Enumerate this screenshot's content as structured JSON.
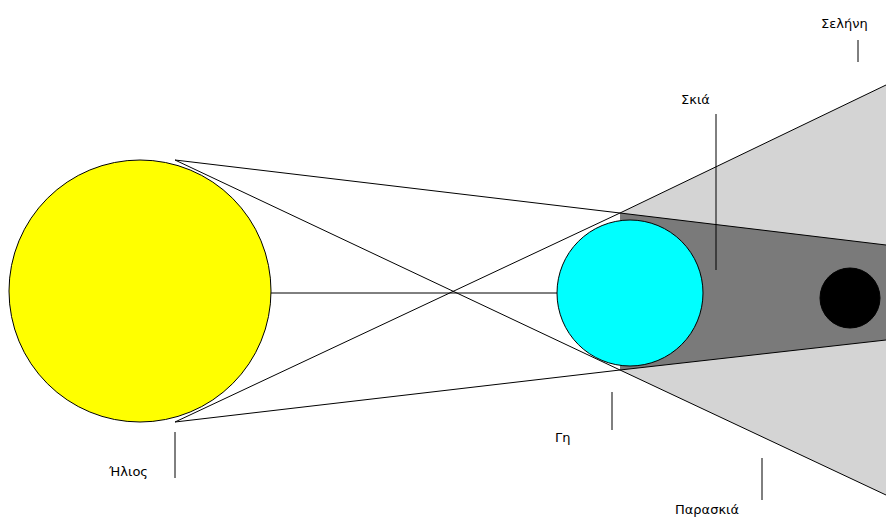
{
  "diagram": {
    "labels": [
      "Σελήνη",
      "Σκιά",
      "Γη",
      "Ήλιος",
      "Παρασκιά"
    ]
  }
}
